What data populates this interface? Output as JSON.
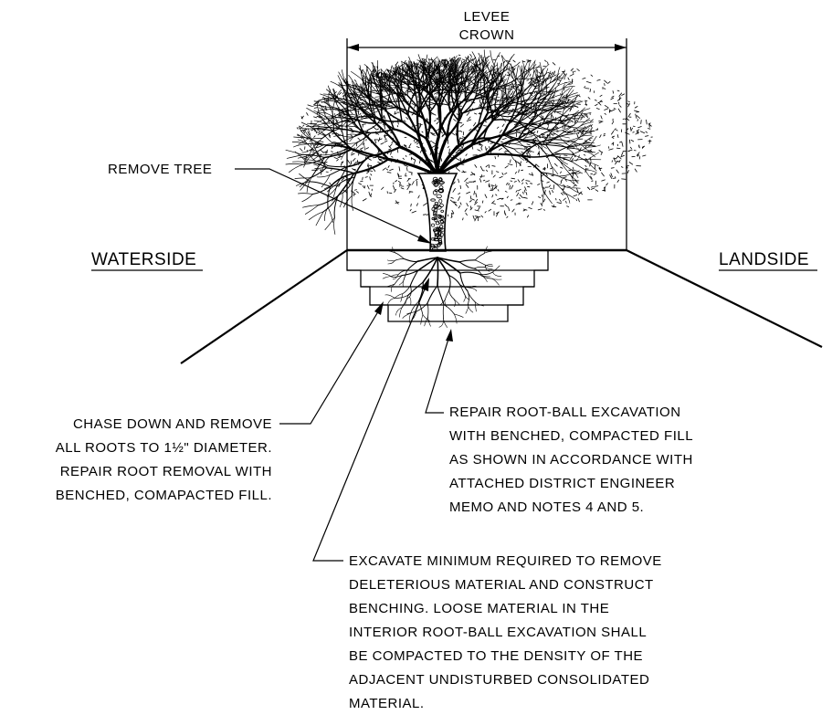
{
  "labels": {
    "levee_crown_line1": "LEVEE",
    "levee_crown_line2": "CROWN",
    "remove_tree": "REMOVE TREE",
    "waterside": "WATERSIDE",
    "landside": "LANDSIDE"
  },
  "notes": {
    "roots": [
      "CHASE DOWN AND REMOVE",
      "ALL ROOTS TO 1½\" DIAMETER.",
      "REPAIR ROOT REMOVAL WITH",
      "BENCHED, COMAPACTED FILL."
    ],
    "repair": [
      "REPAIR ROOT-BALL EXCAVATION",
      "WITH BENCHED, COMPACTED FILL",
      "AS SHOWN IN ACCORDANCE WITH",
      "ATTACHED DISTRICT ENGINEER",
      "MEMO AND NOTES 4 AND 5."
    ],
    "excavate": [
      "EXCAVATE MINIMUM REQUIRED TO REMOVE",
      "DELETERIOUS MATERIAL AND CONSTRUCT",
      "BENCHING. LOOSE MATERIAL IN THE",
      "INTERIOR ROOT-BALL EXCAVATION SHALL",
      "BE COMPACTED TO THE DENSITY OF THE",
      "ADJACENT UNDISTURBED CONSOLIDATED",
      "MATERIAL."
    ]
  },
  "colors": {
    "ink": "#000000",
    "paper": "#ffffff"
  },
  "icons": {
    "tree": "tree-illustration",
    "arrow": "leader-arrowhead"
  }
}
